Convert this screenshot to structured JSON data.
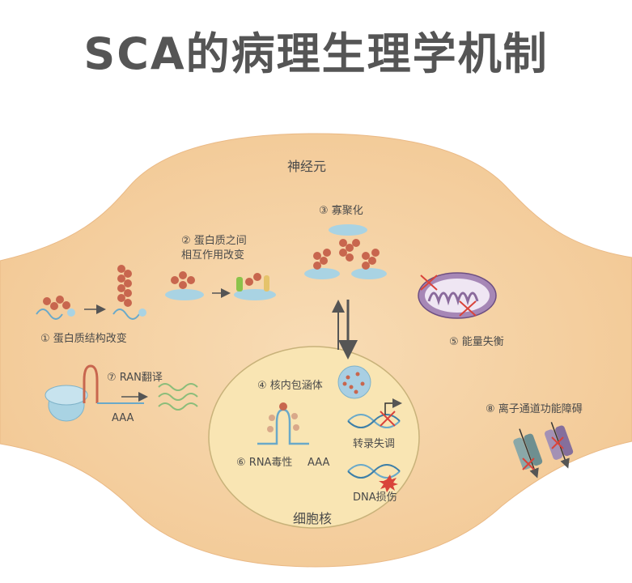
{
  "title": "SCA的病理生理学机制",
  "labels": {
    "neuron": "神经元",
    "nucleus": "细胞核",
    "m1": "① 蛋白质结构改变",
    "m2_line1": "② 蛋白质之间",
    "m2_line2": "相互作用改变",
    "m3": "③ 寡聚化",
    "m4": "④ 核内包涵体",
    "m5": "⑤ 能量失衡",
    "m6": "⑥ RNA毒性",
    "m6_tail": "AAA",
    "m7": "⑦ RAN翻译",
    "m7_tail": "AAA",
    "m8": "⑧ 离子通道功能障碍",
    "transcription": "转录失调",
    "dna_damage": "DNA损伤"
  },
  "colors": {
    "cell_fill": "#f6d3a6",
    "nucleus_fill": "#f9e5b3",
    "protein": "#c8664e",
    "membrane": "#a9d3e3",
    "mito_fill": "#a687b6",
    "accent_red": "#d9433a"
  }
}
